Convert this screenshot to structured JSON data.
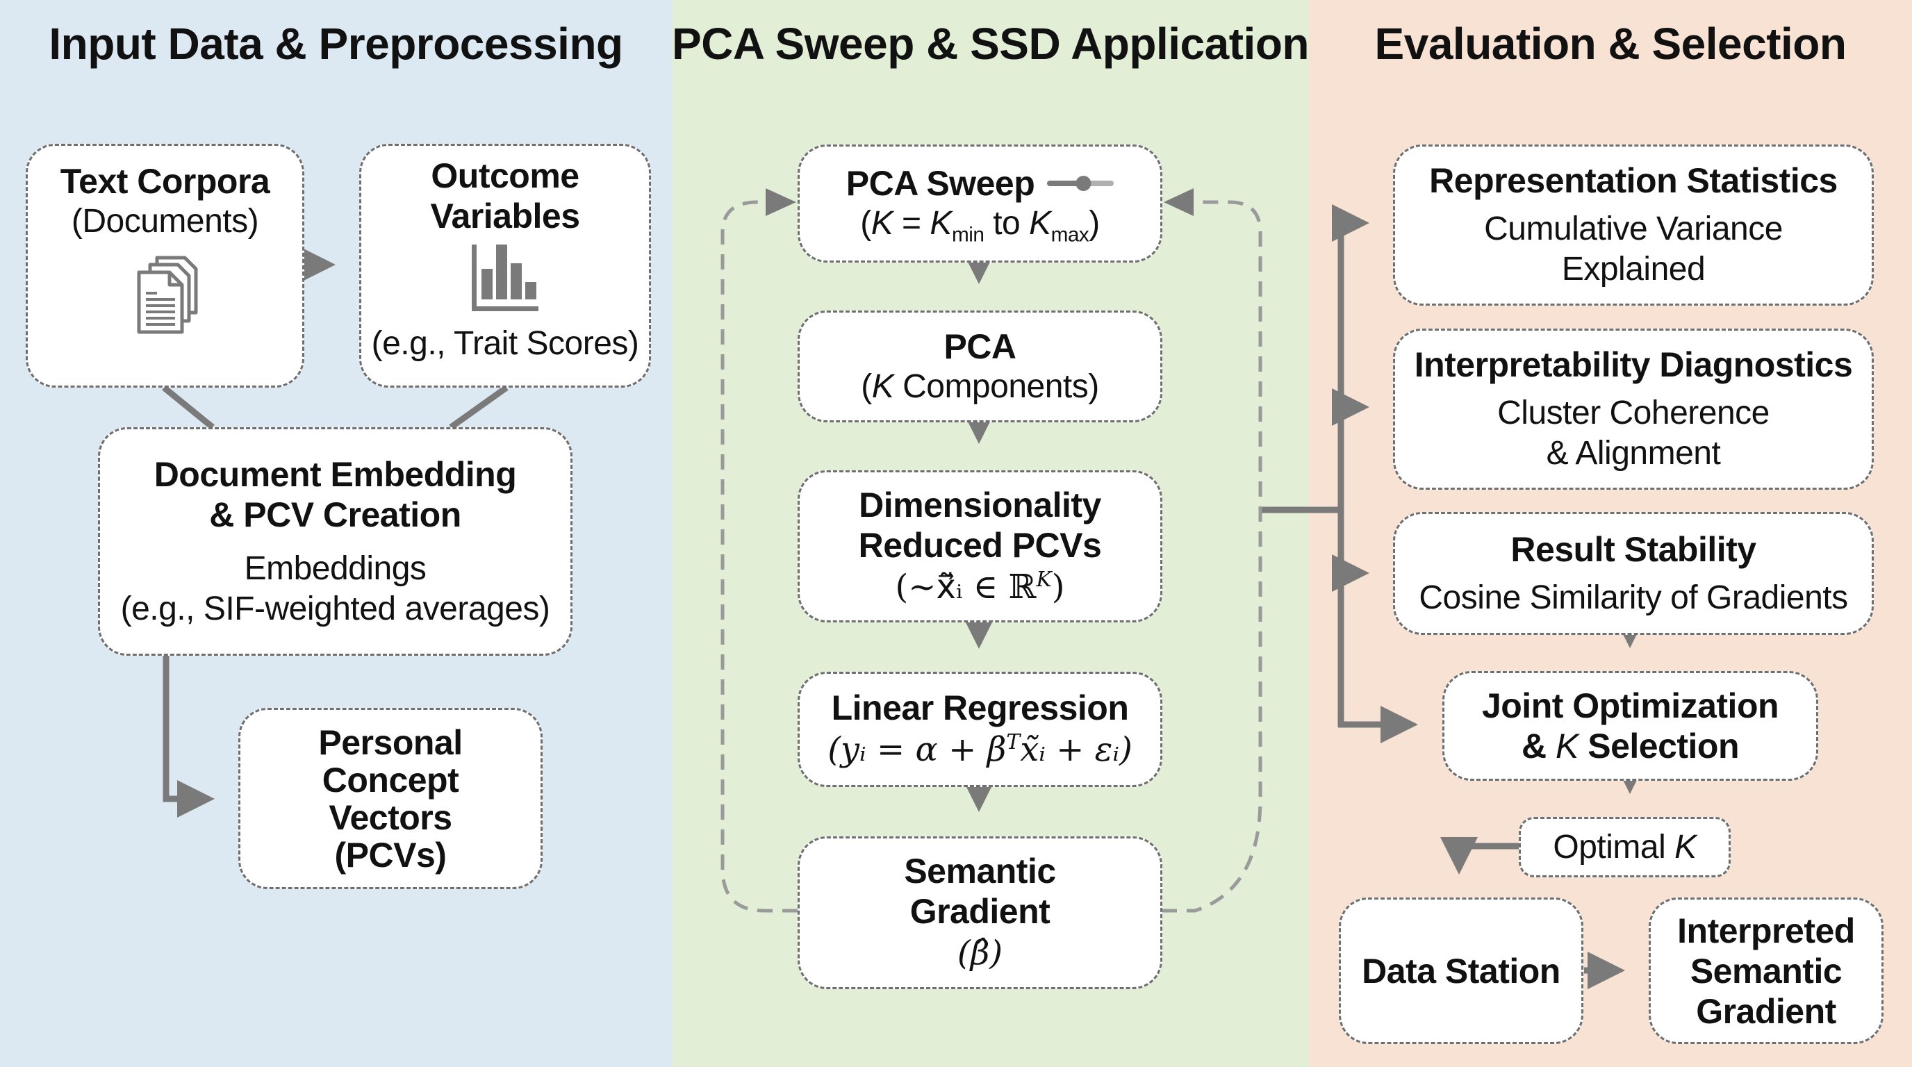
{
  "columns": {
    "input": {
      "title": "Input Data & Preprocessing",
      "color": "#dce9f3"
    },
    "pca": {
      "title": "PCA Sweep & SSD Application",
      "color": "#e2eed6"
    },
    "eval": {
      "title": "Evaluation & Selection",
      "color": "#f8e2d3"
    }
  },
  "input": {
    "text_corpora": {
      "title": "Text Corpora",
      "subtitle": "(Documents)",
      "icon": "documents-icon"
    },
    "outcome": {
      "title_line1": "Outcome",
      "title_line2": "Variables",
      "subtitle": "(e.g., Trait Scores)",
      "icon": "bar-chart-icon"
    },
    "embedding": {
      "title_line1": "Document Embedding",
      "title_line2": "& PCV Creation",
      "sub_line1": "Embeddings",
      "sub_line2": "(e.g., SIF-weighted averages)"
    },
    "pcv": {
      "line1": "Personal",
      "line2": "Concept",
      "line3": "Vectors",
      "line4": "(PCVs)"
    }
  },
  "pca": {
    "sweep": {
      "title": "PCA Sweep",
      "open": "(",
      "k": "K",
      "eq": " = ",
      "kmin": "K",
      "min": "min",
      "to": " to ",
      "kmax": "K",
      "max": "max",
      "close": ")",
      "icon": "slider-icon",
      "slider_position": 0.55
    },
    "pca": {
      "title": "PCA",
      "open": "(",
      "k": "K",
      "rest": " Components)"
    },
    "reduced": {
      "title_line1": "Dimensionality",
      "title_line2": "Reduced PCVs",
      "formula": "(~x̃⃗ᵢ ∈ ℝ",
      "sup": "K",
      "close": ")"
    },
    "regression": {
      "title": "Linear Regression",
      "formula": "(yᵢ = α + β",
      "sup": "T",
      "formula_rest": "x̃ᵢ + εᵢ)"
    },
    "gradient": {
      "title_line1": "Semantic",
      "title_line2": "Gradient",
      "formula": "(β̂)"
    }
  },
  "eval": {
    "rep_stats": {
      "title": "Representation Statistics",
      "sub_line1": "Cumulative Variance",
      "sub_line2": "Explained"
    },
    "interp": {
      "title": "Interpretability Diagnostics",
      "sub_line1": "Cluster Coherence",
      "sub_line2": "& Alignment"
    },
    "stability": {
      "title": "Result Stability",
      "subtitle": "Cosine Similarity of Gradients"
    },
    "joint": {
      "title_line1": "Joint Optimization",
      "title_line2_pre": "& ",
      "k": "K",
      "title_line2_post": " Selection"
    },
    "optimal": {
      "label": "Optimal ",
      "k": "K"
    },
    "data_station": {
      "title": "Data Station"
    },
    "interpreted": {
      "line1": "Interpreted",
      "line2": "Semantic",
      "line3": "Gradient"
    }
  },
  "colors": {
    "arrow": "#7a7a7a",
    "loop": "#9a9a9a",
    "border": "#6f6f6f"
  }
}
